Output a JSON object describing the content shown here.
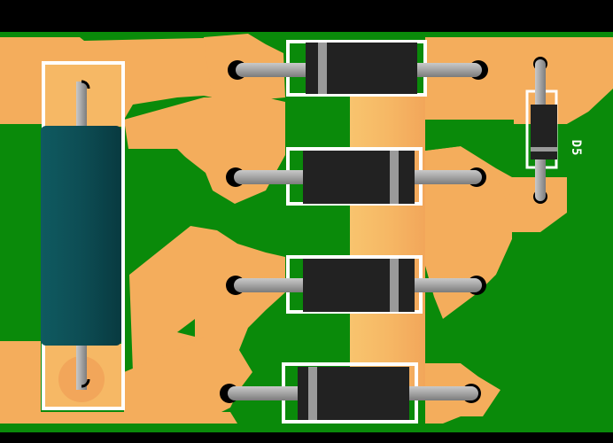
{
  "view": {
    "type": "pcb-3d-view",
    "background_color": "#000000",
    "board_color": "#0a8a0a",
    "copper_color": "#f4ad5c",
    "silkscreen_color": "#ffffff"
  },
  "components": {
    "resistor": {
      "body_color": "#0f4e55",
      "orientation": "vertical"
    },
    "diodes": [
      {
        "id": "diode-1",
        "band": "left",
        "orientation": "horizontal"
      },
      {
        "id": "diode-2",
        "band": "right",
        "orientation": "horizontal"
      },
      {
        "id": "diode-3",
        "band": "right",
        "orientation": "horizontal"
      },
      {
        "id": "diode-4",
        "band": "left",
        "orientation": "horizontal"
      },
      {
        "id": "diode-5",
        "band": "bottom",
        "orientation": "vertical",
        "designator": "D5"
      }
    ]
  },
  "labels": {
    "d5": "D5"
  }
}
